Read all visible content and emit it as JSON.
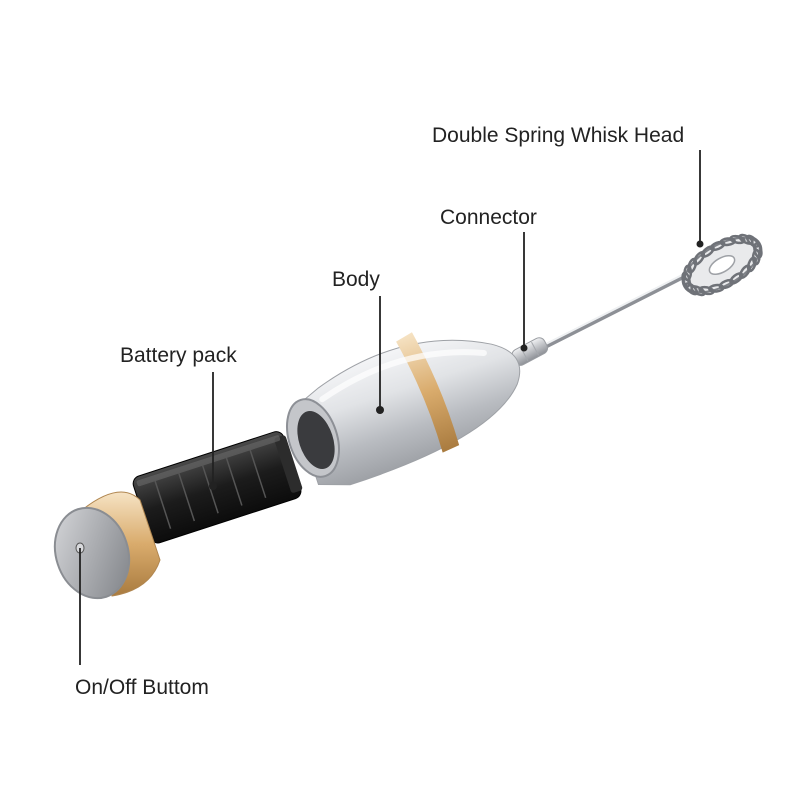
{
  "labels": {
    "whisk_head": "Double Spring Whisk Head",
    "connector": "Connector",
    "body": "Body",
    "battery_pack": "Battery pack",
    "on_off": "On/Off Buttom"
  },
  "colors": {
    "background": "#ffffff",
    "leader_line": "#222222",
    "silver": "#c9cbcf",
    "gold": "#d7a766",
    "battery_black": "#1c1c1c"
  },
  "icons": {
    "whisk": "spring-whisk-icon",
    "dot": "dot-marker-icon"
  }
}
